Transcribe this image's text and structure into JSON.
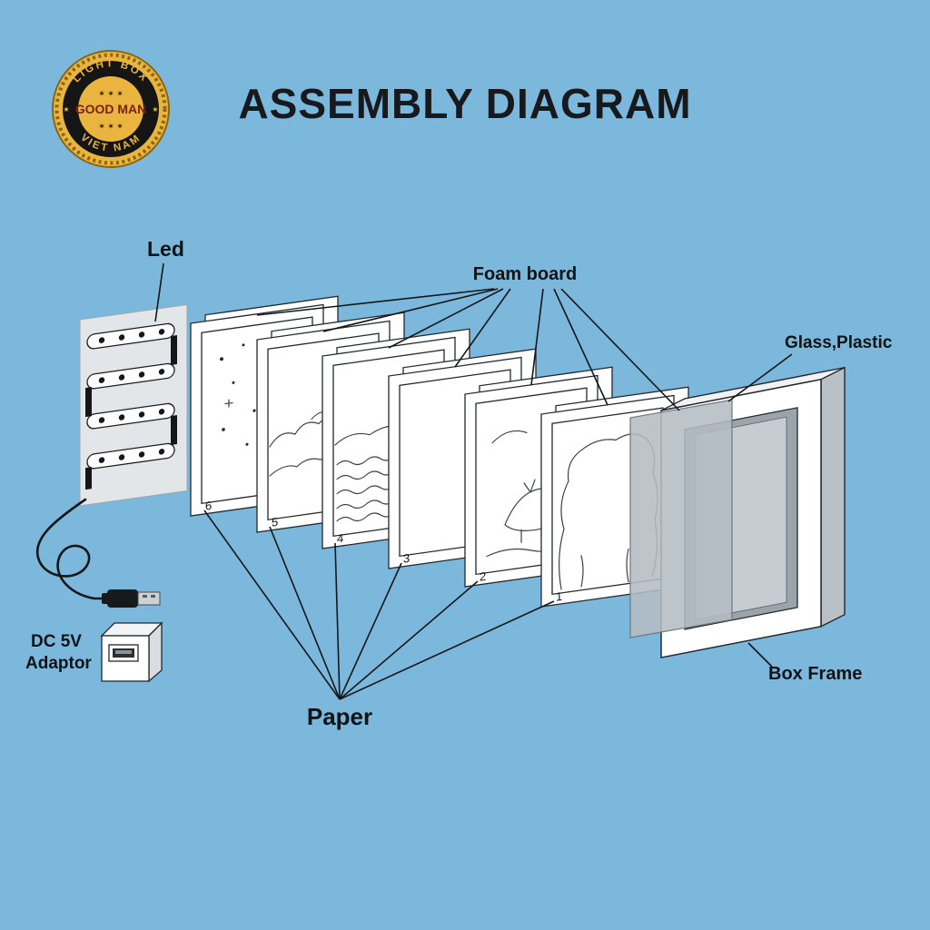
{
  "page": {
    "title": "ASSEMBLY DIAGRAM"
  },
  "colors": {
    "background": "#7cb8dc",
    "accent_gold": "#e9b53e",
    "frame_white": "#ffffff",
    "glass_gray": "#b4bcc3",
    "ink": "#14161a"
  },
  "logo": {
    "top": "LIGHT BOX",
    "center": "GOOD MAN",
    "bottom": "VIET NAM",
    "stars_top": "✶ ✶ ✶",
    "stars_bottom": "✶ ✶ ✶",
    "side_star_left": "★",
    "side_star_right": "★"
  },
  "labels": {
    "led": "Led",
    "foam_board": "Foam board",
    "glass_plastic": "Glass,Plastic",
    "box_frame": "Box Frame",
    "paper": "Paper",
    "adaptor_line1": "DC 5V",
    "adaptor_line2": "Adaptor"
  },
  "layers": {
    "numbers": [
      "6",
      "5",
      "4",
      "3",
      "2",
      "1"
    ]
  }
}
